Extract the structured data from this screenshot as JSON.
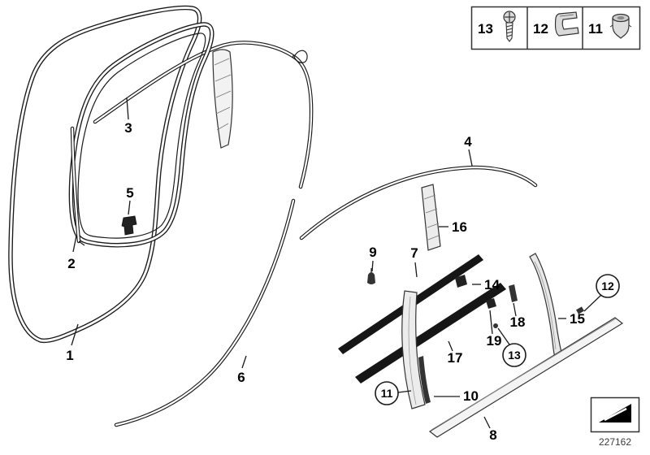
{
  "legend": {
    "items": [
      {
        "label": "13",
        "icon": "screw-icon"
      },
      {
        "label": "12",
        "icon": "edge-clip-icon"
      },
      {
        "label": "11",
        "icon": "grommet-icon"
      }
    ]
  },
  "callouts": {
    "c1": "1",
    "c2": "2",
    "c3": "3",
    "c4": "4",
    "c5": "5",
    "c6": "6",
    "c7": "7",
    "c8": "8",
    "c9": "9",
    "c10": "10",
    "c11": "11",
    "c12": "12",
    "c13": "13",
    "c14": "14",
    "c15": "15",
    "c16": "16",
    "c17": "17",
    "c18": "18",
    "c19": "19"
  },
  "footer": {
    "part_number": "227162"
  }
}
